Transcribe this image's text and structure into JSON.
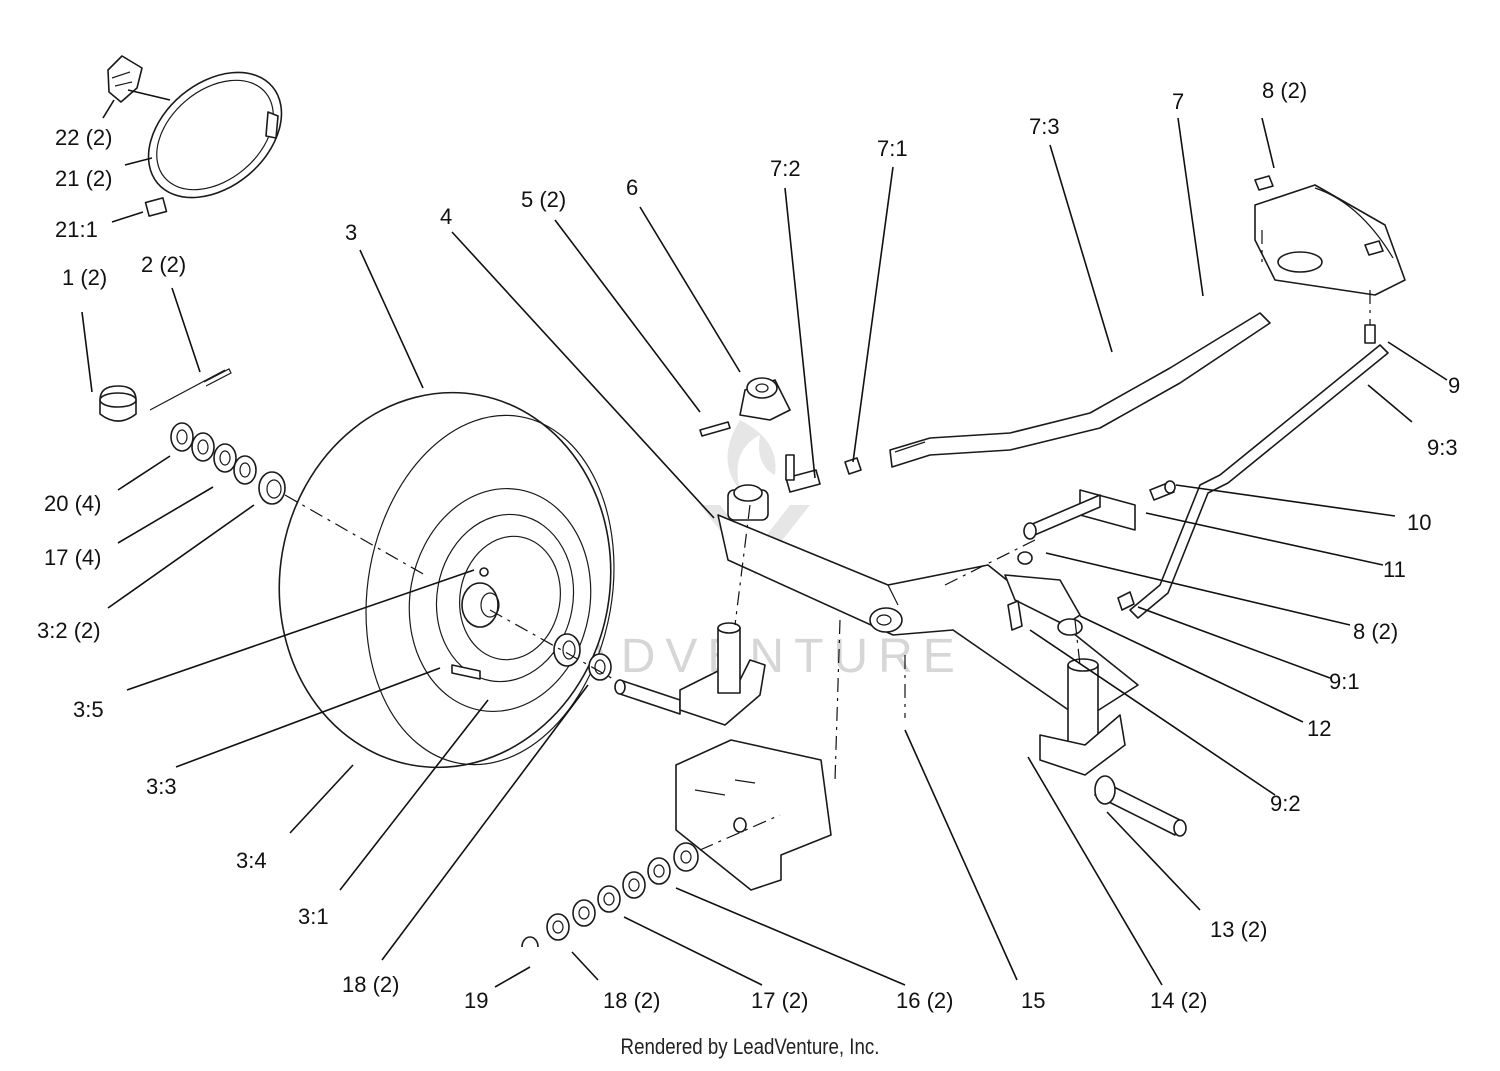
{
  "watermark": "LEADVENTURE",
  "credit": "Rendered by LeadVenture, Inc.",
  "callouts": {
    "p22": "22 (2)",
    "p21": "21 (2)",
    "p21_1": "21:1",
    "p1": "1 (2)",
    "p2": "2 (2)",
    "p3": "3",
    "p4": "4",
    "p5": "5 (2)",
    "p6": "6",
    "p7_2": "7:2",
    "p7_1": "7:1",
    "p7_3": "7:3",
    "p7": "7",
    "p8_top": "8 (2)",
    "p9": "9",
    "p9_3": "9:3",
    "p10": "10",
    "p11": "11",
    "p8_mid": "8 (2)",
    "p9_1": "9:1",
    "p12": "12",
    "p9_2": "9:2",
    "p20": "20 (4)",
    "p17_left": "17 (4)",
    "p3_2": "3:2 (2)",
    "p3_5": "3:5",
    "p3_3": "3:3",
    "p3_4": "3:4",
    "p3_1": "3:1",
    "p18_left": "18 (2)",
    "p19": "19",
    "p18_bottom": "18 (2)",
    "p17_bottom": "17 (2)",
    "p16": "16 (2)",
    "p15": "15",
    "p14": "14 (2)",
    "p13": "13 (2)"
  }
}
